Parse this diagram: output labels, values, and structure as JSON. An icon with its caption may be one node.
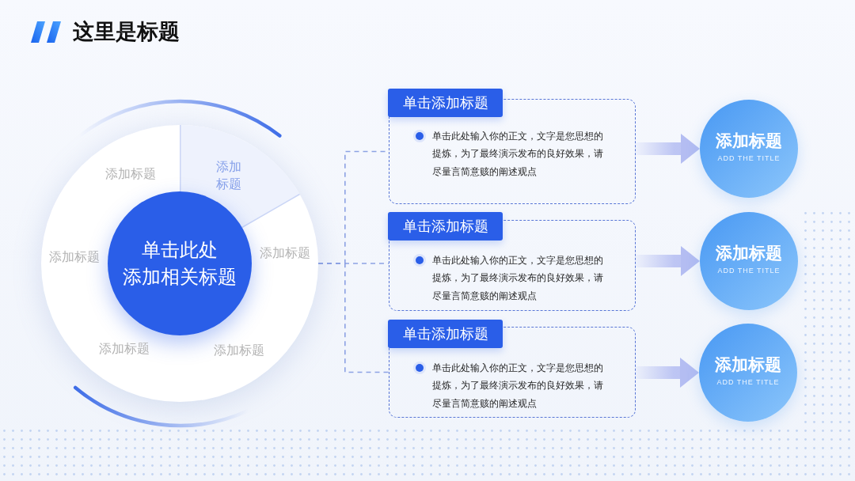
{
  "diagram": {
    "title": "这里是标题",
    "nodes": [
      {
        "text": [],
        "shape": "circle"
      },
      {
        "text": [
          "添加标题"
        ],
        "in": 0
      },
      {
        "text": [
          "添加标题"
        ],
        "in": 0
      },
      {
        "text": [
          "添加标题"
        ],
        "in": 0
      },
      {
        "text": [
          "单击此处添加相关标题"
        ],
        "in": 0
      },
      {
        "text": [
          "添加标题"
        ],
        "in": 0
      },
      {
        "text": [
          "添加标题"
        ],
        "in": 0
      },
      {
        "text": [
          "添加标题"
        ],
        "in": 0
      },
      {
        "text": [
          "单击添加标题",
          "单击此处输入你的正文，文字是您思想的提炼，为了最终演示发布的良好效果，请尽量言简意赅的阐述观点"
        ]
      },
      {
        "text": [
          "单击添加标题",
          "单击此处输入你的正文，文字是您思想的提炼，为了最终演示发布的良好效果，请尽量言简意赅的阐述观点"
        ]
      },
      {
        "text": [
          "单击添加标题",
          "单击此处输入你的正文，文字是您思想的提炼，为了最终演示发布的良好效果，请尽量言简意赅的阐述观点"
        ]
      },
      {
        "text": [
          "添加标题",
          "ADD THE TITLE"
        ]
      },
      {
        "text": [
          "添加标题",
          "ADD THE TITLE"
        ]
      },
      {
        "text": [
          "添加标题",
          "ADD THE TITLE"
        ]
      }
    ],
    "edges": [
      {
        "from": 0,
        "to": 8,
        "arrow": "none",
        "style": "dashed",
        "color": "#8da2e4"
      },
      {
        "from": 0,
        "to": 9,
        "arrow": "none",
        "style": "dashed",
        "color": "#8da2e4"
      },
      {
        "from": 0,
        "to": 10,
        "arrow": "none",
        "style": "dashed",
        "color": "#8da2e4"
      },
      {
        "from": 8,
        "to": 11,
        "arrow": "to",
        "style": "thick",
        "color": "#b4bdf2"
      },
      {
        "from": 9,
        "to": 12,
        "arrow": "to",
        "style": "thick",
        "color": "#b4bdf2"
      },
      {
        "from": 10,
        "to": 13,
        "arrow": "to",
        "style": "thick",
        "color": "#b4bdf2"
      }
    ]
  }
}
